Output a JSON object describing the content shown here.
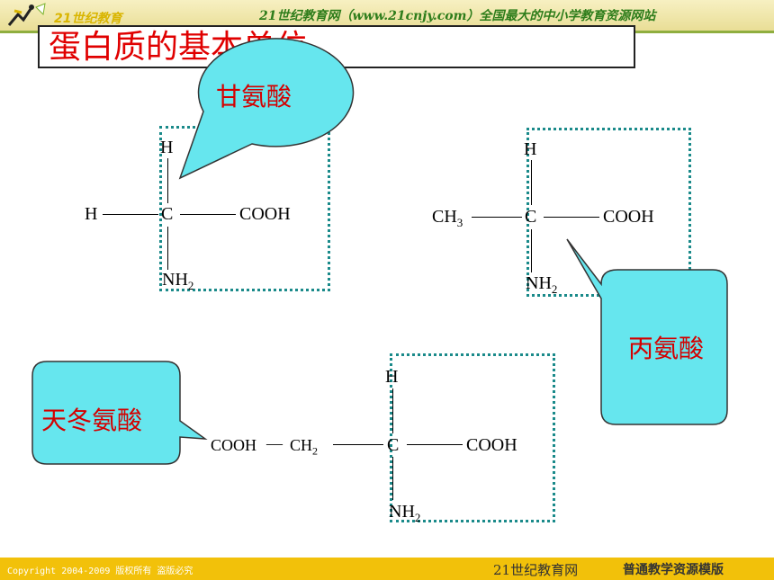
{
  "header": {
    "site_title": "21世纪教育网（www.21cnjy.com）全国最大的中小学教育资源网站",
    "logo_text": "21世纪教育"
  },
  "slide": {
    "title": "蛋白质的基本单位"
  },
  "molecules": {
    "glycine": {
      "h_top": "H",
      "h_left": "H",
      "c": "C",
      "cooh": "COOH",
      "nh2": "NH",
      "sub": "2"
    },
    "alanine": {
      "h_top": "H",
      "ch3": "CH",
      "ch3_sub": "3",
      "c": "C",
      "cooh": "COOH",
      "nh2": "NH",
      "sub": "2"
    },
    "aspartic": {
      "h_top": "H",
      "cooh_left": "COOH",
      "dash": "—",
      "ch2": "CH",
      "ch2_sub": "2",
      "c": "C",
      "cooh": "COOH",
      "nh2": "NH",
      "sub": "2"
    }
  },
  "callouts": {
    "glycine": "甘氨酸",
    "alanine": "丙氨酸",
    "aspartic": "天冬氨酸"
  },
  "footer": {
    "copyright": "Copyright 2004-2009 版权所有 盗版必究",
    "site": "21世纪教育网",
    "template": "普通教学资源模版"
  },
  "colors": {
    "title": "#e00000",
    "callout_fill": "#66e6ee",
    "callout_text": "#d40000",
    "dotted_box": "#1a8a8a",
    "bottom_bar": "#f2c10a"
  }
}
